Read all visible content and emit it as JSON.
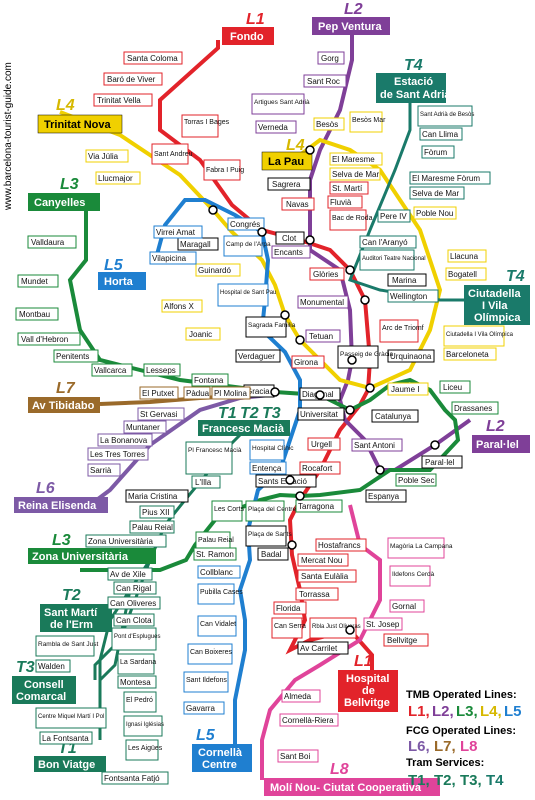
{
  "site": "www.barcelona-tourist-guide.com",
  "lines": {
    "L1": {
      "name": "L1",
      "color": "#e2232a"
    },
    "L2": {
      "name": "L2",
      "color": "#7f3f98"
    },
    "L3": {
      "name": "L3",
      "color": "#1a8a3a"
    },
    "L4": {
      "name": "L4",
      "color": "#f0d000"
    },
    "L5": {
      "name": "L5",
      "color": "#1f7fd0"
    },
    "L6": {
      "name": "L6",
      "color": "#7d5aa6"
    },
    "L7": {
      "name": "L7",
      "color": "#9a6a2a"
    },
    "L8": {
      "name": "L8",
      "color": "#e0449a"
    },
    "T": {
      "name": "T",
      "color": "#1a7a5a"
    },
    "T4": {
      "name": "T4",
      "color": "#1a7a6a"
    }
  },
  "terminals": {
    "fondo": "Fondo",
    "pep_ventura": "Pep Ventura",
    "sant_adria": [
      "Estació",
      "de Sant Adrià"
    ],
    "trinitat_nova": "Trinitat Nova",
    "la_pau": "La Pau",
    "canyelles": "Canyelles",
    "horta": "Horta",
    "ciutadella": [
      "Ciutadella",
      "I Vila",
      "Olímpica"
    ],
    "tibidabo": "Av Tibidabo",
    "francesc_macia": "Francesc Macià",
    "paral_lel": "Paral·lel",
    "reina_elisenda": "Reina Elisenda",
    "zona_universitaria": "Zona Universitària",
    "sant_marti_erm": [
      "Sant Martí",
      "de l'Erm"
    ],
    "consell_comarcal": [
      "Consell",
      "Comarcal"
    ],
    "bon_viatge": "Bon Viatge",
    "hospital_bellvitge": [
      "Hospital",
      "de",
      "Bellvitge"
    ],
    "cornella_centre": [
      "Cornellà",
      "Centre"
    ],
    "moli_nou": "Molí Nou- Ciutat Cooperativa"
  },
  "line_labels": {
    "l1_top": "L1",
    "l2_top": "L2",
    "t4_top": "T4",
    "l4_left": "L4",
    "l4_mid": "L4",
    "l3_left": "L3",
    "l5_left": "L5",
    "t4_right": "T4",
    "l7": "L7",
    "t1": "T1",
    "t2": "T2",
    "t3": "T3",
    "l2_right": "L2",
    "l6": "L6",
    "l3_low": "L3",
    "t2_low": "T2",
    "t3_low": "T3",
    "t1_low": "T1",
    "l1_low": "L1",
    "l5_low": "L5",
    "l8": "L8"
  },
  "stations": {
    "santa_coloma": "Santa Coloma",
    "baro_de_viver": "Baró de Viver",
    "trinitat_vella": "Trinitat Vella",
    "torras_i_bages": "Torras I Bages",
    "sant_andreu": "Sant Andreu",
    "fabra_i_puig": "Fabra I Puig",
    "sagrera": "Sagrera",
    "navas": "Navas",
    "clot": "Clot",
    "glories": "Glòries",
    "marina": "Marina",
    "arc_de_triomf": "Arc de Triomf",
    "urquinaona": "Urquinaona",
    "catalunya": "Catalunya",
    "universitat": "Universitat",
    "urgell": "Urgell",
    "rocafort": "Rocafort",
    "espanya": "Espanya",
    "hostafrancs": "Hostafrancs",
    "placa_de_sants": "Plaça de Sants",
    "mercat_nou": "Mercat Nou",
    "santa_eulalia": "Santa Eulàlia",
    "torrassa": "Torrassa",
    "florida": "Florida",
    "can_serra": "Can Serra",
    "rbla_just_oliveras": "Rbla Just Oliveras",
    "av_carrilet": "Av Carrilet",
    "bellvitge": "Bellvitge",
    "gorg": "Gorg",
    "sant_roc": "Sant Roc",
    "artigues": "Artigues Sant Adrià",
    "verneda": "Verneda",
    "besos": "Besòs",
    "besos_mar": "Besòs Mar",
    "el_maresme": "El Maresme",
    "selva_de_mar": "Selva de Mar",
    "st_marti": "St. Martí",
    "fluvia": "Fluvià",
    "bac_de_roda": "Bac de Roda",
    "poblenou": "Poble Nou",
    "llacuna": "Llacuna",
    "bogatell": "Bogatell",
    "ciutadella_vila": "Ciutadella I Vila Olímpica",
    "barceloneta": "Barceloneta",
    "jaume_i": "Jaume I",
    "liceu": "Liceu",
    "drassanes": "Drassanes",
    "sant_antoni": "Sant Antoni",
    "paral_lel_st": "Paral·lel",
    "poble_sec": "Poble Sec",
    "sagrada_familia": "Sagrada Familia",
    "monumental": "Monumental",
    "tetuan": "Tetuan",
    "passeig_de_gracia": "Passeig de Gràcia",
    "encants": "Encants",
    "hospital_sant_pau": "Hospital de Sant Pau",
    "verdaguer": "Verdaguer",
    "girona": "Girona",
    "diagonal": "Diagonal",
    "joanic": "Joanic",
    "alfons_x": "Alfons X",
    "guinardo": "Guinardó",
    "maragall": "Maragall",
    "congres": "Congrés",
    "camp_arpa": "Camp de l'Arpa",
    "virrei_amat": "Virrei Amat",
    "vilapicina": "Vilapicina",
    "via_julia": "Via Júlia",
    "llucmajor": "Llucmajor",
    "valldaura": "Valldaura",
    "mundet": "Mundet",
    "montbau": "Montbau",
    "vall_hebron": "Vall d'Hebron",
    "penitents": "Penitents",
    "vallcarca": "Vallcarca",
    "lesseps": "Lesseps",
    "fontana": "Fontana",
    "gracia": "Gracia",
    "el_putxet": "El Putxet",
    "padua": "Pàdua",
    "pl_molina": "Pl Molina",
    "st_gervasi": "St Gervasi",
    "muntaner": "Muntaner",
    "la_bonanova": "La Bonanova",
    "les_tres_torres": "Les Tres Torres",
    "sarria": "Sarrià",
    "hospital_clinic": "Hospital Clínic",
    "entenca": "Entença",
    "pl_francesc_macia": "Pl Francesc Macià",
    "l_illa": "L'Illa",
    "maria_cristina": "Maria Cristina",
    "pius_xii": "Pius XII",
    "palau_reial_t": "Palau Reial",
    "zona_univ_st": "Zona Universitària",
    "les_corts": "Les Corts",
    "placa_del_centre": "Plaça del Centre",
    "sants_estacio": "Sants Estació",
    "tarragona": "Tarragona",
    "palau_reial": "Palau Reial",
    "badal": "Badal",
    "st_ramon": "St. Ramon",
    "collblanc": "Collblanc",
    "pubilla_cases": "Pubilla Cases",
    "can_vidalet": "Can Vidalet",
    "can_boixeres": "Can Boixeres",
    "sant_ildefons": "Sant Ildefons",
    "gavarra": "Gavarra",
    "av_de_xile": "Av de Xile",
    "can_rigal": "Can Rigal",
    "can_oliveres": "Can Oliveres",
    "can_clota": "Can Clota",
    "pont_esplugues": "Pont d'Esplugues",
    "la_sardana": "La Sardana",
    "montesa": "Montesa",
    "el_pedro": "El Pedró",
    "ignasi_iglesias": "Ignasi Iglésias",
    "les_aigues": "Les Aigües",
    "fontsanta_fatjo": "Fontsanta Fatjó",
    "rambla_sant_just": "Rambla de Sant Just",
    "walden": "Walden",
    "centre_miquel": "Centre Miquel Martí I Pol",
    "la_fontsanta": "La Fontsanta",
    "magoria": "Magòria La Campana",
    "ildefons_cerda": "Ildefons Cerdà",
    "gornal": "Gornal",
    "st_josep": "St. Josep",
    "almeda": "Almeda",
    "cornella_riera": "Cornellà-Riera",
    "sant_boi": "Sant Boi",
    "sant_adria_besos": "Sant Adrià de Besòs",
    "can_llima": "Can Llima",
    "forum": "Fòrum",
    "el_maresme_forum": "El Maresme Fòrum",
    "selva_de_mar_t": "Selva de Mar",
    "pere_iv": "Pere IV",
    "can_aranyo": "Can l'Aranyó",
    "auditori": "Auditori Teatre Nacional",
    "wellington": "Wellington"
  },
  "legend": {
    "tmb": "TMB Operated Lines:",
    "tmb_lines": [
      "L1,",
      "L2,",
      "L3,",
      "L4,",
      "L5"
    ],
    "fcg": "FCG Operated Lines:",
    "fcg_lines": [
      "L6,",
      "L7,",
      "L8"
    ],
    "tram": "Tram Services:",
    "tram_lines": [
      "T1,",
      "T2,",
      "T3,",
      "T4"
    ]
  }
}
